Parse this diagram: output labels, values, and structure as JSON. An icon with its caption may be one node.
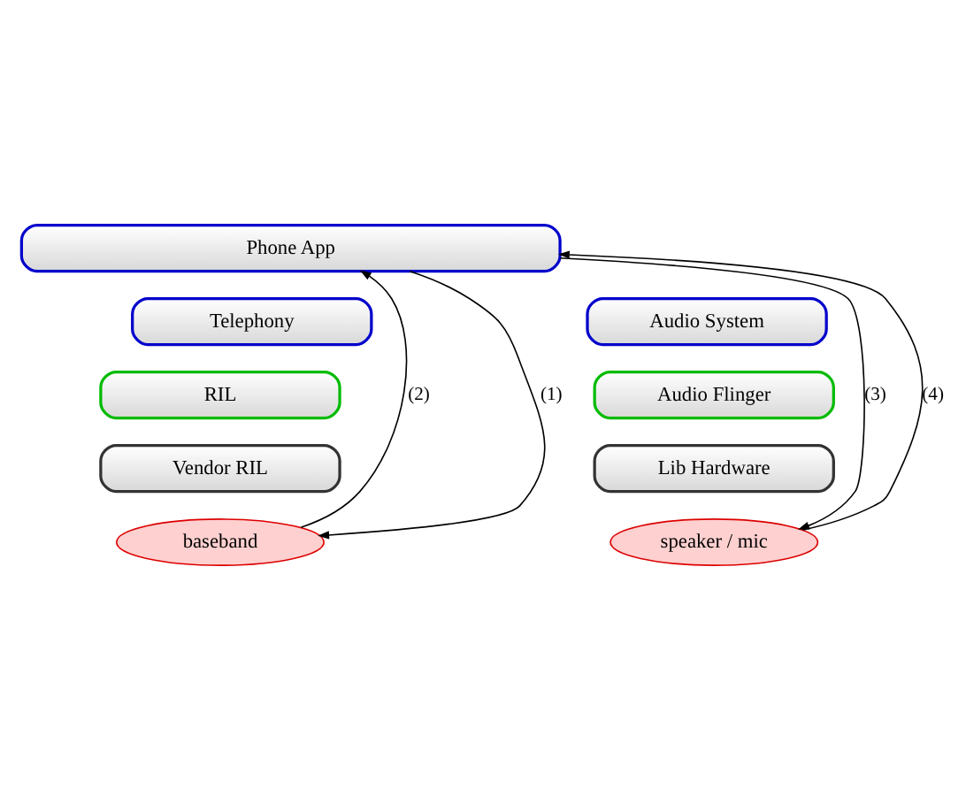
{
  "diagram": {
    "nodes": [
      {
        "text": [
          "Phone App"
        ]
      },
      {
        "text": [
          "Telephony"
        ]
      },
      {
        "text": [
          "RIL"
        ]
      },
      {
        "text": [
          "Vendor RIL"
        ]
      },
      {
        "text": [
          "Audio System"
        ]
      },
      {
        "text": [
          "Audio Flinger"
        ]
      },
      {
        "text": [
          "Lib Hardware"
        ]
      },
      {
        "text": [
          "baseband"
        ]
      },
      {
        "text": [
          "speaker / mic"
        ]
      }
    ],
    "edges": [
      {
        "from": 0,
        "to": 7,
        "arrow": "to",
        "label": "(1)"
      },
      {
        "from": 7,
        "to": 0,
        "arrow": "to",
        "label": "(2)"
      },
      {
        "from": 0,
        "to": 8,
        "arrow": "to",
        "label": "(3)"
      },
      {
        "from": 8,
        "to": 0,
        "arrow": "to",
        "label": "(4)"
      }
    ]
  }
}
